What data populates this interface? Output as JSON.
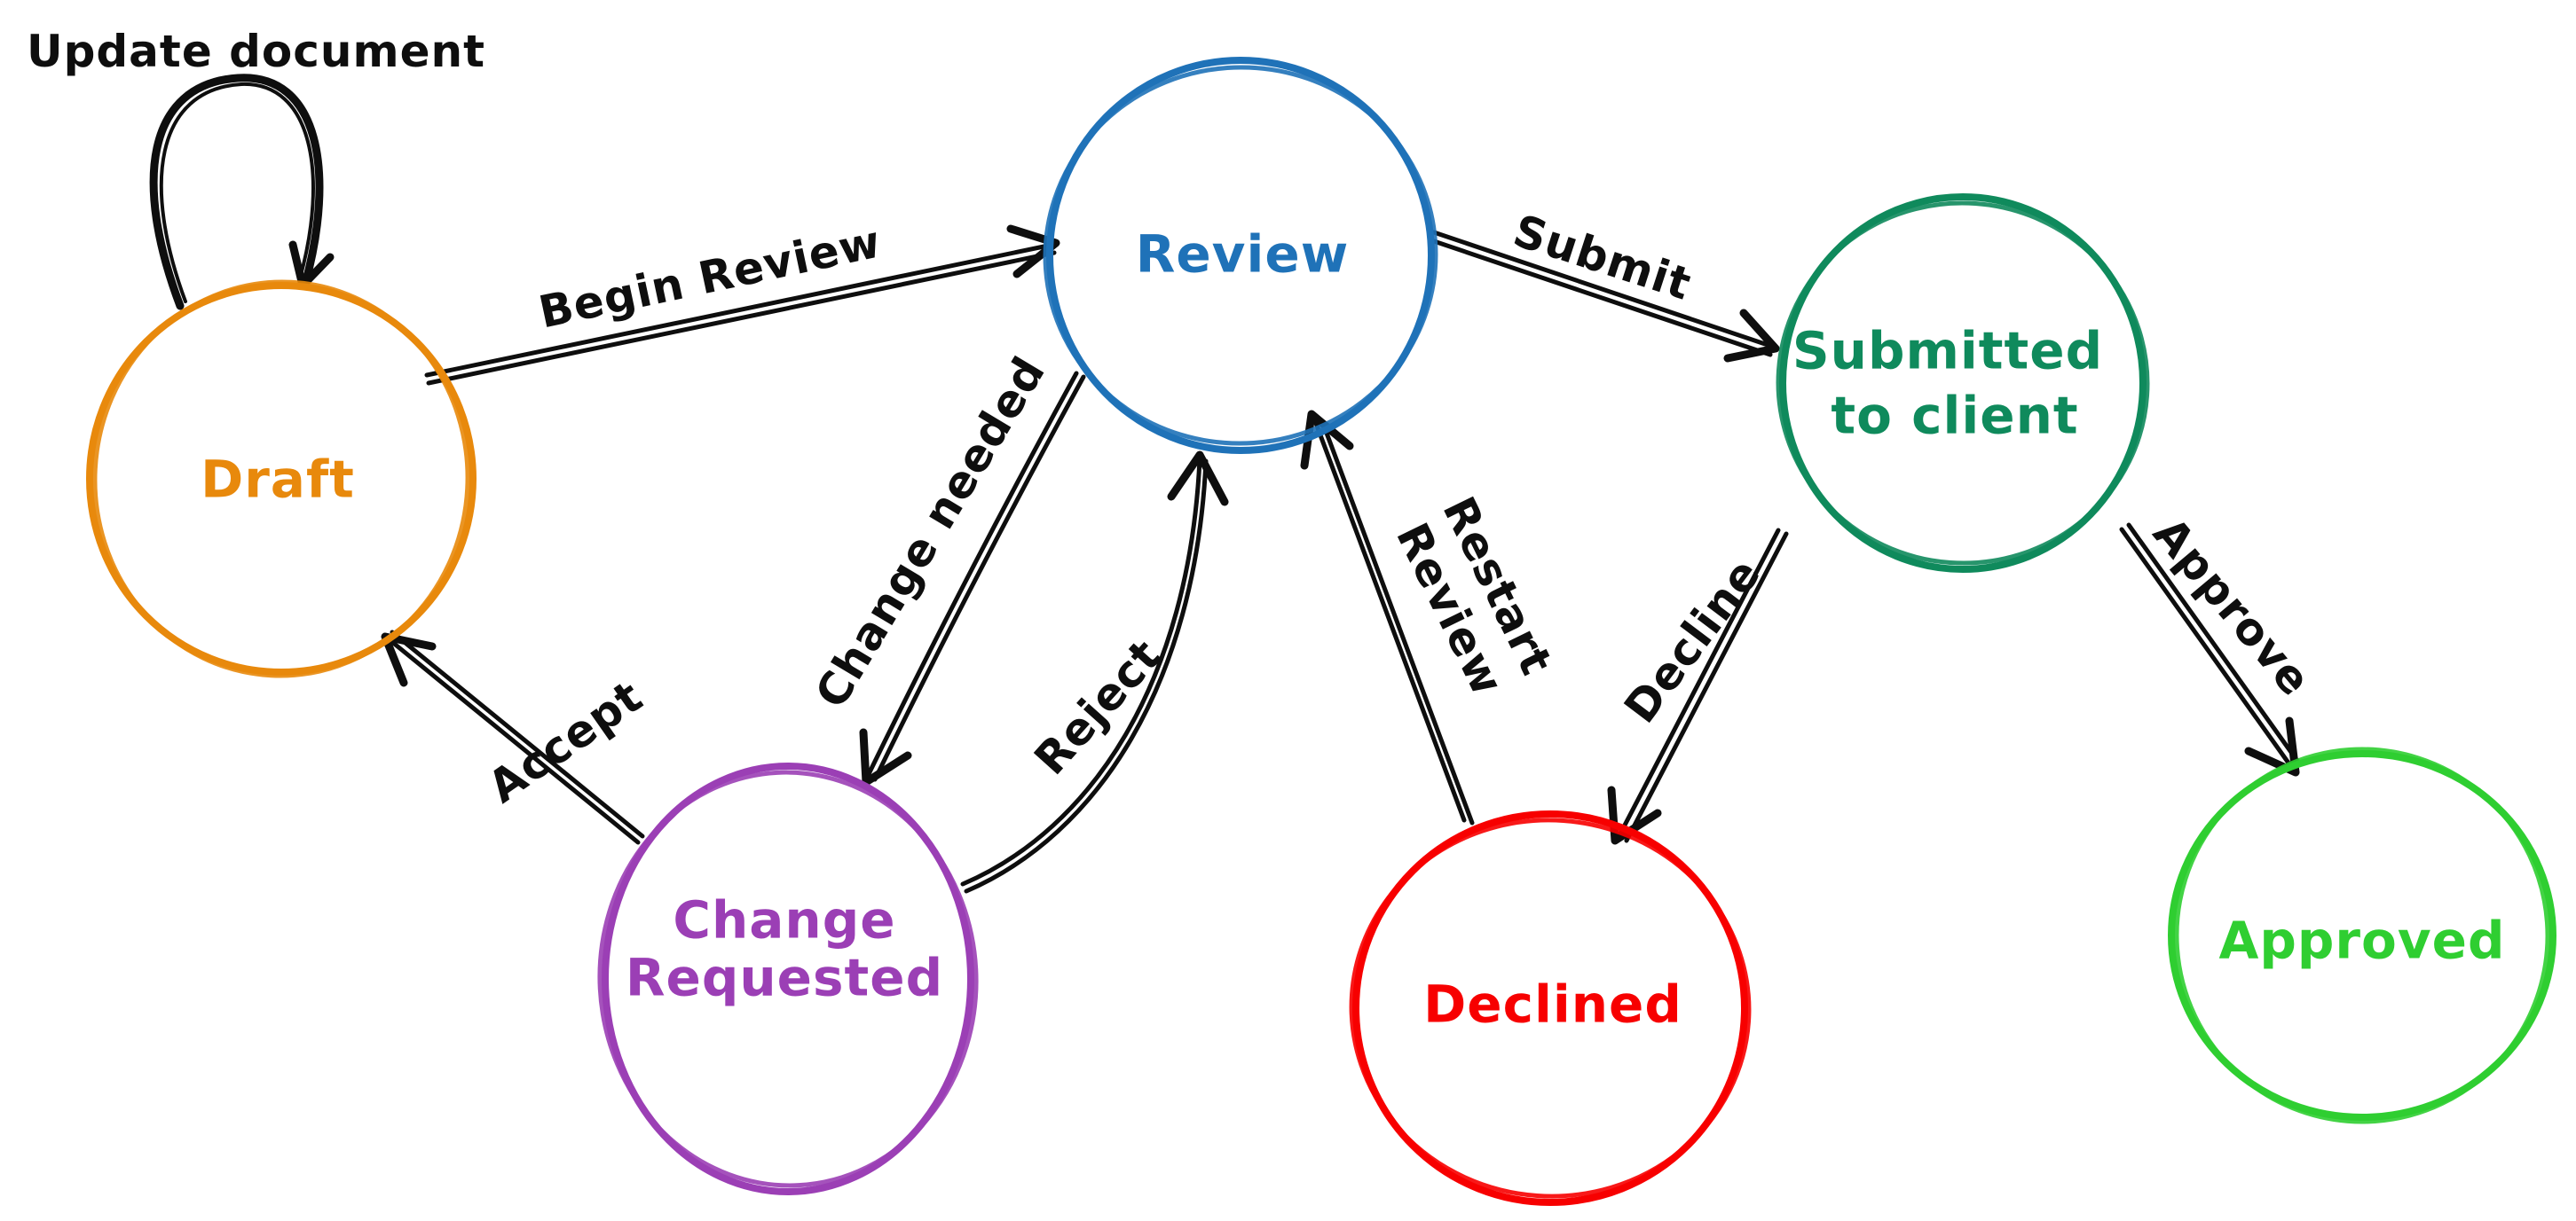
{
  "diagram": {
    "type": "state-diagram",
    "background": "#ffffff",
    "ink_color": "#0e0e0e"
  },
  "colors": {
    "draft": "#e8890c",
    "review": "#1f72b8",
    "submitted": "#0f8a5c",
    "change_requested": "#9b3fb5",
    "declined": "#f70000",
    "approved": "#2fce31",
    "arrow": "#0e0e0e"
  },
  "states": {
    "draft": {
      "label": "Draft"
    },
    "review": {
      "label": "Review"
    },
    "submitted": {
      "lines": [
        "Submitted",
        "to client"
      ]
    },
    "change_requested": {
      "lines": [
        "Change",
        "Requested"
      ]
    },
    "declined": {
      "label": "Declined"
    },
    "approved": {
      "label": "Approved"
    }
  },
  "transitions": {
    "update_document": {
      "label": "Update document",
      "from": "Draft",
      "to": "Draft"
    },
    "begin_review": {
      "label": "Begin Review",
      "from": "Draft",
      "to": "Review"
    },
    "submit": {
      "label": "Submit",
      "from": "Review",
      "to": "Submitted to client"
    },
    "change_needed": {
      "label": "Change needed",
      "from": "Review",
      "to": "Change Requested"
    },
    "reject": {
      "label": "Reject",
      "from": "Change Requested",
      "to": "Review"
    },
    "accept": {
      "label": "Accept",
      "from": "Change Requested",
      "to": "Draft"
    },
    "restart_review": {
      "lines": [
        "Restart",
        "Review"
      ],
      "from": "Declined",
      "to": "Review"
    },
    "decline": {
      "label": "Decline",
      "from": "Submitted to client",
      "to": "Declined"
    },
    "approve": {
      "label": "Approve",
      "from": "Submitted to client",
      "to": "Approved"
    }
  }
}
